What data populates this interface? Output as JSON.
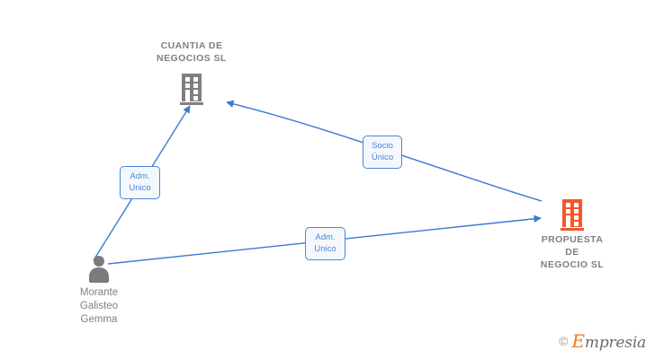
{
  "diagram": {
    "type": "relationship-graph",
    "background": "#ffffff",
    "colors": {
      "company_gray": "#7f7f7f",
      "company_orange": "#f4582a",
      "person_gray": "#7b7b7b",
      "edge_blue": "#3a7ad4",
      "label_border": "#4a86d6",
      "label_fill": "#f4f8fd",
      "label_text": "#4a86d6",
      "title_text": "#808080"
    },
    "nodes": [
      {
        "id": "cuantia",
        "kind": "company",
        "icon": "building-icon",
        "label": "CUANTIA DE\nNEGOCIOS SL",
        "color": "#7f7f7f",
        "label_position": "above"
      },
      {
        "id": "propuesta",
        "kind": "company",
        "icon": "building-icon",
        "label": "PROPUESTA\nDE\nNEGOCIO SL",
        "color": "#f4582a",
        "label_position": "below"
      },
      {
        "id": "morante",
        "kind": "person",
        "icon": "person-icon",
        "label": "Morante\nGalisteo\nGemma",
        "color": "#7b7b7b",
        "label_position": "below"
      }
    ],
    "edges": [
      {
        "id": "edge-morante-cuantia",
        "from": "morante",
        "to": "cuantia",
        "label": "Adm.\nUnico",
        "arrow": "to"
      },
      {
        "id": "edge-propuesta-cuantia",
        "from": "propuesta",
        "to": "cuantia",
        "label": "Socio\nÚnico",
        "arrow": "to"
      },
      {
        "id": "edge-morante-propuesta",
        "from": "morante",
        "to": "propuesta",
        "label": "Adm.\nUnico",
        "arrow": "to"
      }
    ]
  },
  "watermark": {
    "copyright": "©",
    "brand_initial": "E",
    "brand_rest": "mpresia"
  }
}
